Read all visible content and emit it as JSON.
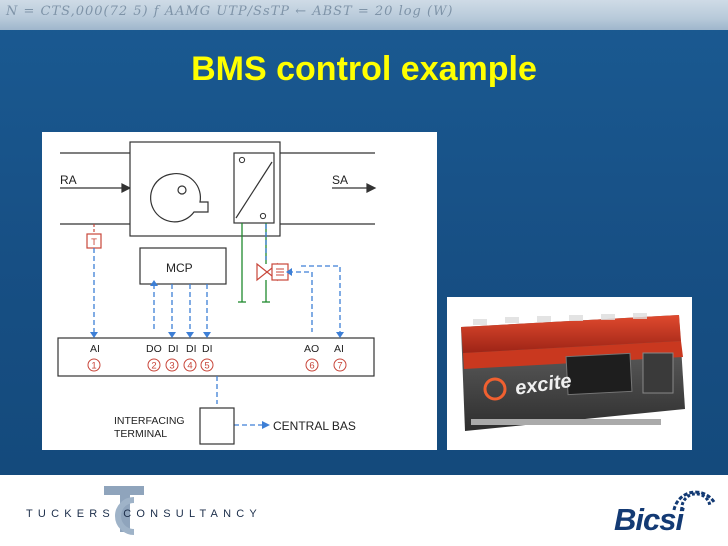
{
  "header": {
    "scribble": "N = CTS,000(72 5)  f  AAMG UTP/SsTP  ←  ABST  = 20 log (W)"
  },
  "title": "BMS control example",
  "diagram": {
    "duct": {
      "return_air": "RA",
      "supply_air": "SA"
    },
    "controller": "MCP",
    "io_signals": [
      "AI",
      "DO",
      "DI",
      "DI",
      "DI",
      "AO",
      "AI"
    ],
    "io_numbers": [
      "1",
      "2",
      "3",
      "4",
      "5",
      "6",
      "7"
    ],
    "interfacing_terminal": {
      "line1": "INTERFACING",
      "line2": "TERMINAL"
    },
    "central_bas": "CENTRAL BAS",
    "sensor_symbol": "T"
  },
  "controller_photo": {
    "brand_text": "excite"
  },
  "footer": {
    "left_logo_text": "TUCKERS CONSULTANCY",
    "right_logo_text": "Bicsi"
  },
  "colors": {
    "slide_blue": "#174f84",
    "title_yellow": "#ffff00",
    "signal_blue": "#3d7fd6",
    "sensor_red": "#c8463a",
    "control_green": "#1f8a2e"
  }
}
